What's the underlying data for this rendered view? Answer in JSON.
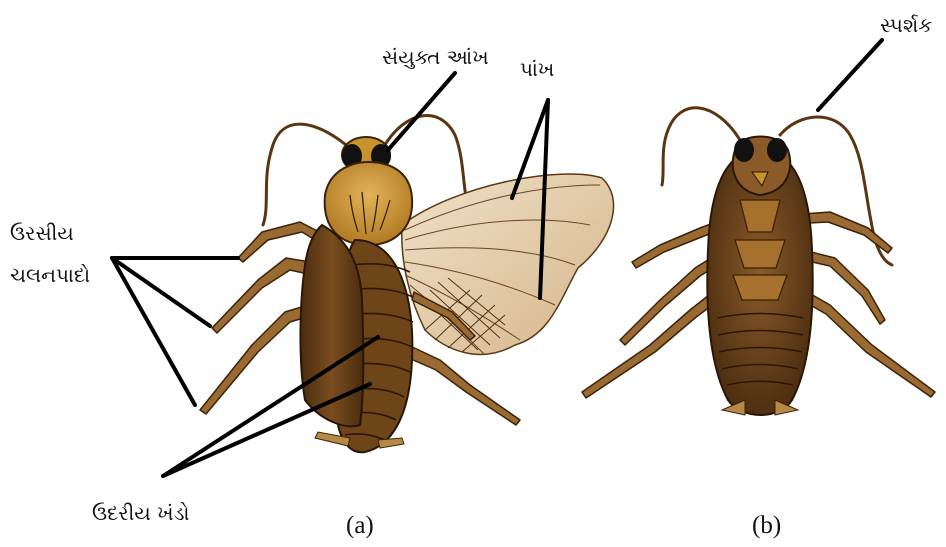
{
  "labels": {
    "compound_eye": "સંયુક્ત આંખ",
    "wings": "પાંખ",
    "antenna": "સ્પર્શક",
    "thoracic_legs_line1": "ઉરસીય",
    "thoracic_legs_line2": "ચલનપાદો",
    "abdominal_segments": "ઉદરીય ખંડો"
  },
  "captions": {
    "a": "(a)",
    "b": "(b)"
  },
  "colors": {
    "body_dark": "#5b3816",
    "body_mid": "#7a4d1e",
    "pronotum": "#c8932f",
    "wing": "#e3cfb0",
    "leg": "#9a6a33",
    "leader_line": "#000000"
  }
}
